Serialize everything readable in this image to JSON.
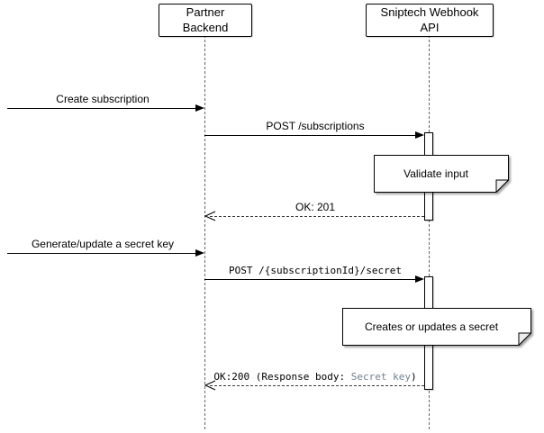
{
  "diagram": {
    "type": "sequence-diagram",
    "actors": [
      {
        "label": "Partner\nBackend"
      },
      {
        "label": "Sniptech Webhook\nAPI"
      }
    ],
    "messages": [
      {
        "label": "Create subscription",
        "type": "sync"
      },
      {
        "label": "POST /subscriptions",
        "type": "sync"
      },
      {
        "label": "OK: 201",
        "type": "return"
      },
      {
        "label": "Generate/update a secret key",
        "type": "sync"
      },
      {
        "label": "POST /{subscriptionId}/secret",
        "type": "sync"
      },
      {
        "label_prefix": "OK:200 (Response body: ",
        "label_highlight": "Secret key",
        "label_suffix": ")",
        "type": "return"
      }
    ],
    "notes": [
      {
        "label": "Validate input"
      },
      {
        "label": "Creates or updates a secret"
      }
    ],
    "colors": {
      "line": "#000000",
      "lifeline": "#666666",
      "highlight_text": "#708090",
      "shape_fill": "#ffffff"
    }
  }
}
